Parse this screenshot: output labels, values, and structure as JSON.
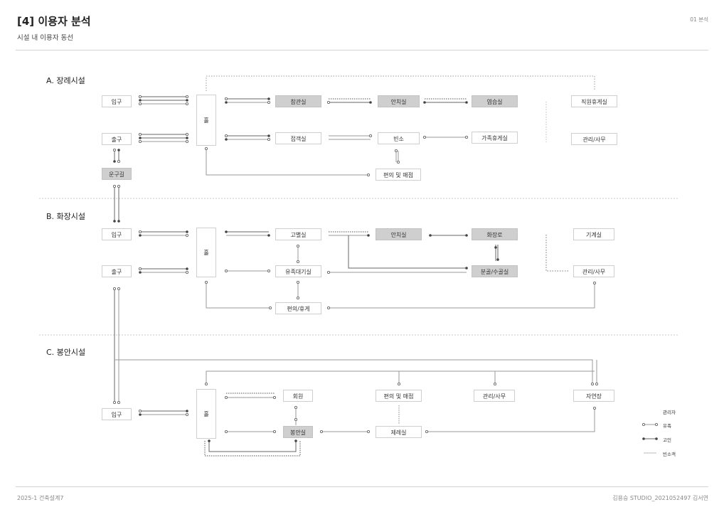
{
  "header": {
    "title": "[4] 이용자 분석",
    "subtitle": "시설 내 이용자 동선",
    "page_tag": "01 분석"
  },
  "footer": {
    "left": "2025-1 건축설계7",
    "right": "김용승 STUDIO_2021052497 김서연"
  },
  "sections": {
    "a": {
      "title": "A. 장례시설",
      "entrance": "입구",
      "exit": "출구",
      "hearse": "운구길",
      "hall": "홀",
      "mourning_room": "참관실",
      "reception_room": "접객실",
      "encoffin_room": "안치실",
      "mortuary": "빈소",
      "ritual_room": "염습실",
      "family_lounge": "가족휴게실",
      "staff_lounge": "직원휴게실",
      "office": "관리/사무",
      "convenience": "편의 및 매점"
    },
    "b": {
      "title": "B. 화장시설",
      "entrance": "입구",
      "exit": "출구",
      "hall": "홀",
      "farewell_room": "고별실",
      "family_waiting": "유족대기실",
      "encoffin_room": "안치실",
      "cremator": "화장로",
      "ash_room": "분골/수골실",
      "machine_room": "기계실",
      "office": "관리/사무",
      "convenience": "편의/휴게"
    },
    "c": {
      "title": "C. 봉안시설",
      "entrance": "입구",
      "hall": "홀",
      "meeting_room": "회원",
      "enshrine_room": "봉안실",
      "convenience": "편의 및 매점",
      "memorial_room": "제례실",
      "office": "관리/사무",
      "natural_burial": "자연장"
    }
  },
  "legend": {
    "title": "관리자",
    "bereaved": "유족",
    "deceased": "고인",
    "mortuary_user": "빈소객"
  }
}
